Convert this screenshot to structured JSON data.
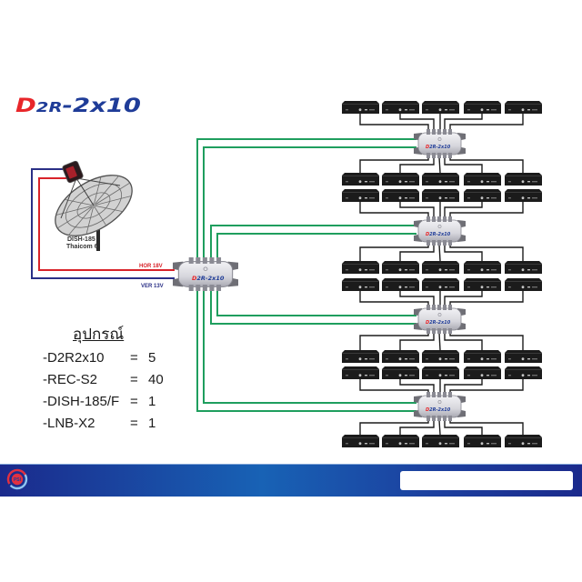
{
  "header": {
    "logo": {
      "d": "D",
      "r": "2R",
      "rest": "-2x10"
    },
    "colors": {
      "red": "#e8262a",
      "blue": "#1f3c98"
    }
  },
  "dish": {
    "label_line1": "DISH-185",
    "label_line2": "Thaicom 6"
  },
  "cables": {
    "hor_label": "HOR 18V",
    "ver_label": "VER 13V",
    "hor_color": "#d8232a",
    "ver_color": "#2a2f86",
    "trunk_color": "#1f9e5e"
  },
  "main_switch": {
    "label_d": "D",
    "label_rest": "2R-2x10"
  },
  "distribution": {
    "multiswitch_count": 4,
    "multiswitch_label_d": "D",
    "multiswitch_label_rest": "2R-2x10",
    "receiver_rows": 8,
    "receivers_per_row": 5
  },
  "equipment": {
    "title": "อุปกรณ์",
    "items": [
      {
        "name": "-D2R2x10",
        "eq": "=",
        "qty": "5"
      },
      {
        "name": "-REC-S2",
        "eq": "=",
        "qty": "40"
      },
      {
        "name": "-DISH-185/F",
        "eq": "=",
        "qty": "1"
      },
      {
        "name": "-LNB-X2",
        "eq": "=",
        "qty": "1"
      }
    ]
  },
  "footer": {
    "logo_text": "PSI",
    "bar_colors": [
      "#1b2a8c",
      "#1862b5",
      "#1b2a8c"
    ]
  }
}
